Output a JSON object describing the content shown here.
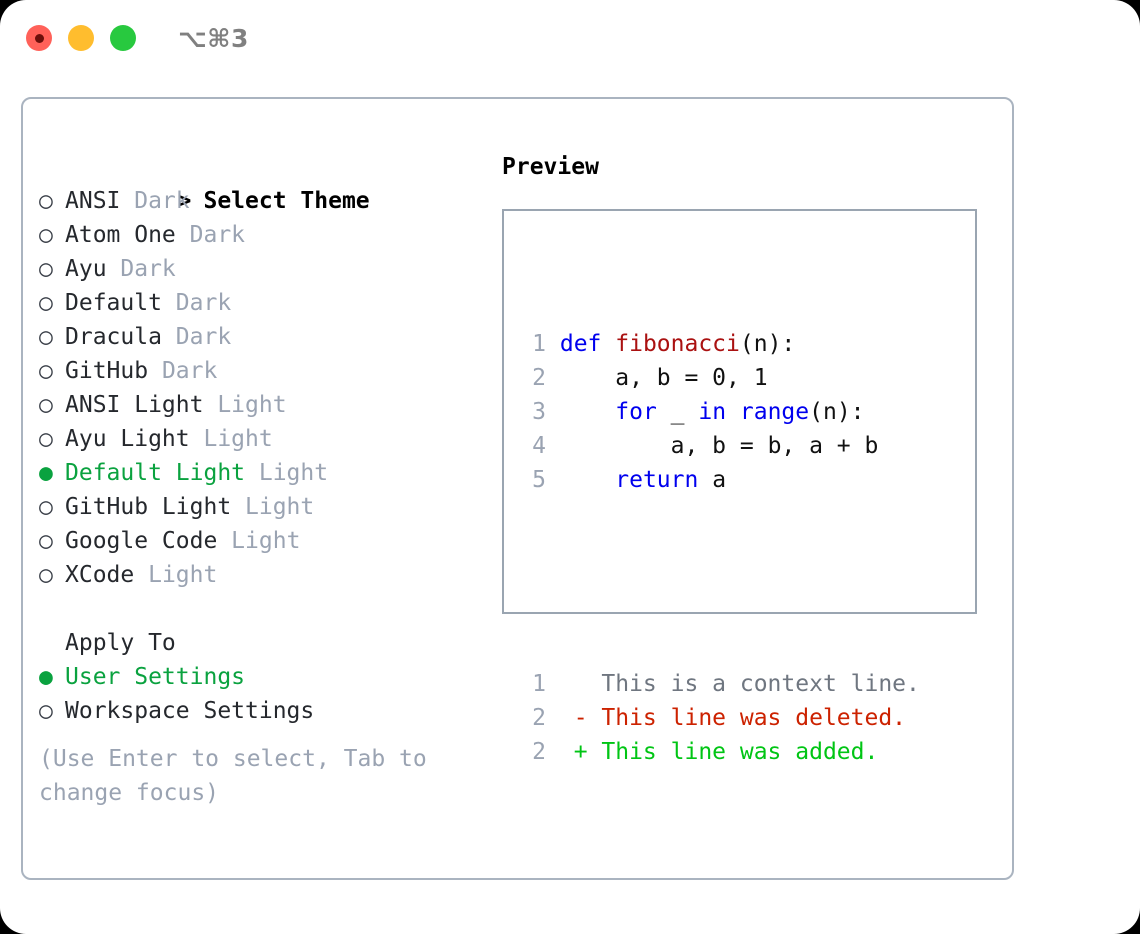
{
  "window": {
    "shortcut": "⌥⌘3",
    "traffic_lights": [
      {
        "name": "close",
        "color": "#ff6159"
      },
      {
        "name": "minimize",
        "color": "#ffbd2e"
      },
      {
        "name": "maximize",
        "color": "#28c93f"
      }
    ]
  },
  "colors": {
    "selected_green": "#0aa23f",
    "tag_gray": "#9aa3b2",
    "panel_border": "#aab4c0",
    "preview_border": "#9aa5b1",
    "keyword_blue": "#0000ee",
    "function_red": "#aa1111",
    "diff_deleted": "#cc2200",
    "diff_added": "#00c514",
    "diff_context": "#6f7680"
  },
  "theme_picker": {
    "title": "Select Theme",
    "title_marker": ">",
    "marker_selected": "●",
    "marker_unselected": "○",
    "items": [
      {
        "label": "ANSI",
        "tag": "Dark",
        "selected": false
      },
      {
        "label": "Atom One",
        "tag": "Dark",
        "selected": false
      },
      {
        "label": "Ayu",
        "tag": "Dark",
        "selected": false
      },
      {
        "label": "Default",
        "tag": "Dark",
        "selected": false
      },
      {
        "label": "Dracula",
        "tag": "Dark",
        "selected": false
      },
      {
        "label": "GitHub",
        "tag": "Dark",
        "selected": false
      },
      {
        "label": "ANSI Light",
        "tag": "Light",
        "selected": false
      },
      {
        "label": "Ayu Light",
        "tag": "Light",
        "selected": false
      },
      {
        "label": "Default Light",
        "tag": "Light",
        "selected": true
      },
      {
        "label": "GitHub Light",
        "tag": "Light",
        "selected": false
      },
      {
        "label": "Google Code",
        "tag": "Light",
        "selected": false
      },
      {
        "label": "XCode",
        "tag": "Light",
        "selected": false
      }
    ]
  },
  "apply_to": {
    "title": "Apply To",
    "options": [
      {
        "label": "User Settings",
        "selected": true
      },
      {
        "label": "Workspace Settings",
        "selected": false
      }
    ]
  },
  "hint": "(Use Enter to select, Tab to change focus)",
  "preview": {
    "title": "Preview",
    "code_lines": [
      {
        "num": "1",
        "tokens": [
          {
            "text": "def ",
            "kind": "kw"
          },
          {
            "text": "fibonacci",
            "kind": "fn"
          },
          {
            "text": "(n):",
            "kind": "plain"
          }
        ]
      },
      {
        "num": "2",
        "tokens": [
          {
            "text": "    a, b = 0, 1",
            "kind": "plain"
          }
        ]
      },
      {
        "num": "3",
        "tokens": [
          {
            "text": "    ",
            "kind": "plain"
          },
          {
            "text": "for",
            "kind": "kw"
          },
          {
            "text": " _ ",
            "kind": "plain"
          },
          {
            "text": "in range",
            "kind": "kw"
          },
          {
            "text": "(n):",
            "kind": "plain"
          }
        ]
      },
      {
        "num": "4",
        "tokens": [
          {
            "text": "        a, b = b, a + b",
            "kind": "plain"
          }
        ]
      },
      {
        "num": "5",
        "tokens": [
          {
            "text": "    ",
            "kind": "plain"
          },
          {
            "text": "return",
            "kind": "kw"
          },
          {
            "text": " a",
            "kind": "plain"
          }
        ]
      }
    ],
    "diff_lines": [
      {
        "num": "1",
        "sign": " ",
        "text": "This is a context line.",
        "kind": "ctx"
      },
      {
        "num": "2",
        "sign": "-",
        "text": "This line was deleted.",
        "kind": "del"
      },
      {
        "num": "2",
        "sign": "+",
        "text": "This line was added.",
        "kind": "add"
      }
    ]
  }
}
